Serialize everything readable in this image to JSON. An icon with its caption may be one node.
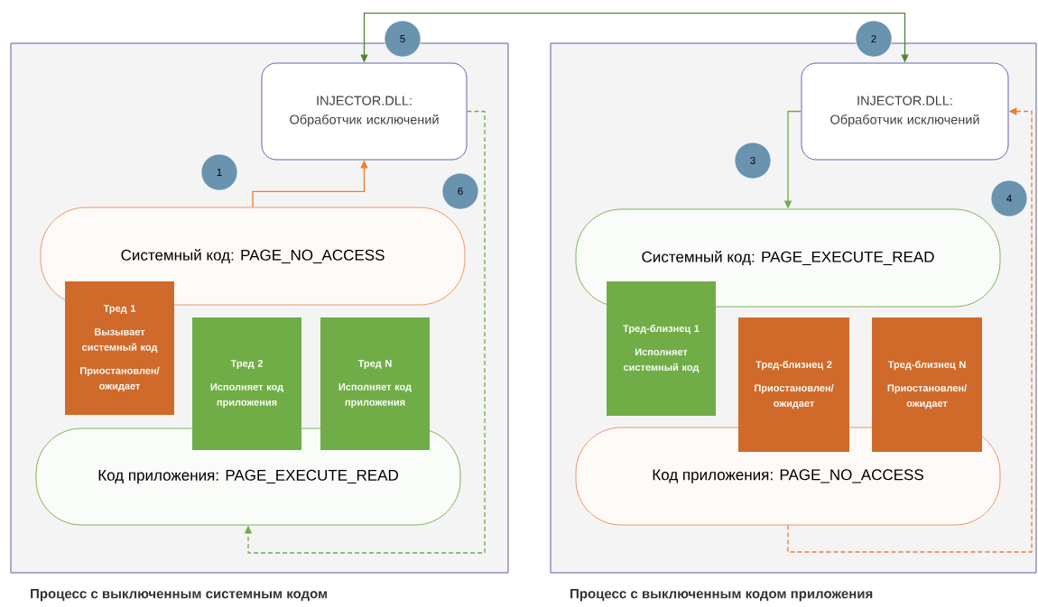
{
  "diagram": {
    "nodes": [
      {
        "text": [
          "Процесс с выключенным системным кодом"
        ]
      },
      {
        "text": [
          "INJECTOR.DLL: Обработчик исключений"
        ],
        "in": 0
      },
      {
        "text": [
          "Системный код: PAGE_NO_ACCESS"
        ],
        "in": 0
      },
      {
        "text": [
          "Тред 1",
          "Вызывает системный код",
          "Приостановлен/ ожидает"
        ],
        "in": 0
      },
      {
        "text": [
          "Тред 2",
          "Исполняет код приложения"
        ],
        "in": 0
      },
      {
        "text": [
          "Тред N",
          "Исполняет код приложения"
        ],
        "in": 0
      },
      {
        "text": [
          "Код приложения: PAGE_EXECUTE_READ"
        ],
        "in": 0
      },
      {
        "text": [
          "Процесс с выключенным кодом приложения"
        ]
      },
      {
        "text": [
          "INJECTOR.DLL: Обработчик исключений"
        ],
        "in": 7
      },
      {
        "text": [
          "Системный код: PAGE_EXECUTE_READ"
        ],
        "in": 7
      },
      {
        "text": [
          "Тред-близнец 1",
          "Исполняет системный код"
        ],
        "in": 7
      },
      {
        "text": [
          "Тред-близнец 2",
          "Приостановлен/ ожидает"
        ],
        "in": 7
      },
      {
        "text": [
          "Тред-близнец N",
          "Приостановлен/ ожидает"
        ],
        "in": 7
      },
      {
        "text": [
          "Код приложения: PAGE_NO_ACCESS"
        ],
        "in": 7
      },
      {
        "text": [
          "5"
        ]
      },
      {
        "text": [
          "2"
        ]
      },
      {
        "text": [
          "3"
        ],
        "in": 7
      },
      {
        "text": [
          "1"
        ],
        "in": 0
      },
      {
        "text": [
          "6"
        ],
        "in": 0
      },
      {
        "text": [
          "4"
        ],
        "in": 7
      }
    ],
    "edges": [
      {
        "from": 2,
        "to": 1,
        "arrow": "to",
        "color": "#ed7d31"
      },
      {
        "from": 1,
        "to": 8,
        "arrow": "both",
        "color": "#548235"
      },
      {
        "from": 8,
        "to": 9,
        "arrow": "to",
        "color": "#70ad47"
      },
      {
        "from": 13,
        "to": 8,
        "arrow": "to",
        "style": "dashed",
        "color": "#ed7d31"
      },
      {
        "from": 1,
        "to": 6,
        "arrow": "to",
        "style": "dashed",
        "color": "#70ad47"
      }
    ]
  }
}
